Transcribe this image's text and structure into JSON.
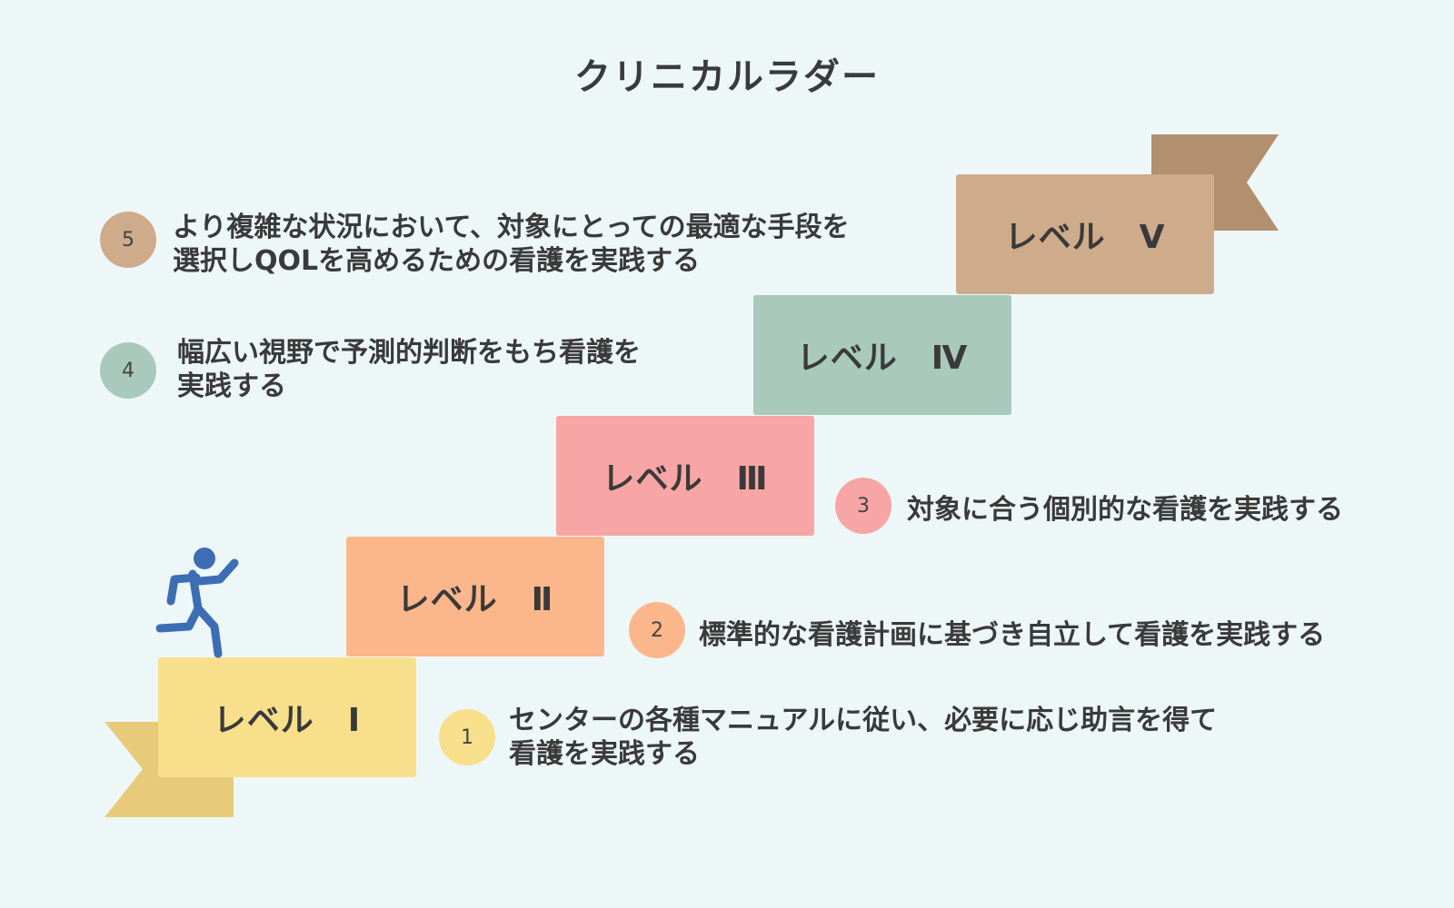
{
  "title": "クリニカルラダー",
  "colors": {
    "background": "#eef7f7",
    "level1": "#f8df8c",
    "level2": "#fbb78b",
    "level3": "#f8a5a6",
    "level4": "#a8c9bc",
    "level5": "#ceab8a",
    "ribbon_start": "#e7cb7a",
    "ribbon_end": "#b2906f",
    "runner": "#3d6eb5"
  },
  "icons": {
    "runner": "running-person-icon"
  },
  "levels": [
    {
      "label": "レベル　Ⅰ",
      "number": "1",
      "desc_line1": "センターの各種マニュアルに従い、必要に応じ助言を得て",
      "desc_line2": "看護を実践する"
    },
    {
      "label": "レベル　Ⅱ",
      "number": "2",
      "desc_line1": "標準的な看護計画に基づき自立して看護を実践する",
      "desc_line2": ""
    },
    {
      "label": "レベル　Ⅲ",
      "number": "3",
      "desc_line1": "対象に合う個別的な看護を実践する",
      "desc_line2": ""
    },
    {
      "label": "レベル　Ⅳ",
      "number": "4",
      "desc_line1": "幅広い視野で予測的判断をもち看護を",
      "desc_line2": "実践する"
    },
    {
      "label": "レベル　Ⅴ",
      "number": "5",
      "desc_line1": "より複雑な状況において、対象にとっての最適な手段を",
      "desc_line2": "選択しQOLを高めるための看護を実践する"
    }
  ]
}
